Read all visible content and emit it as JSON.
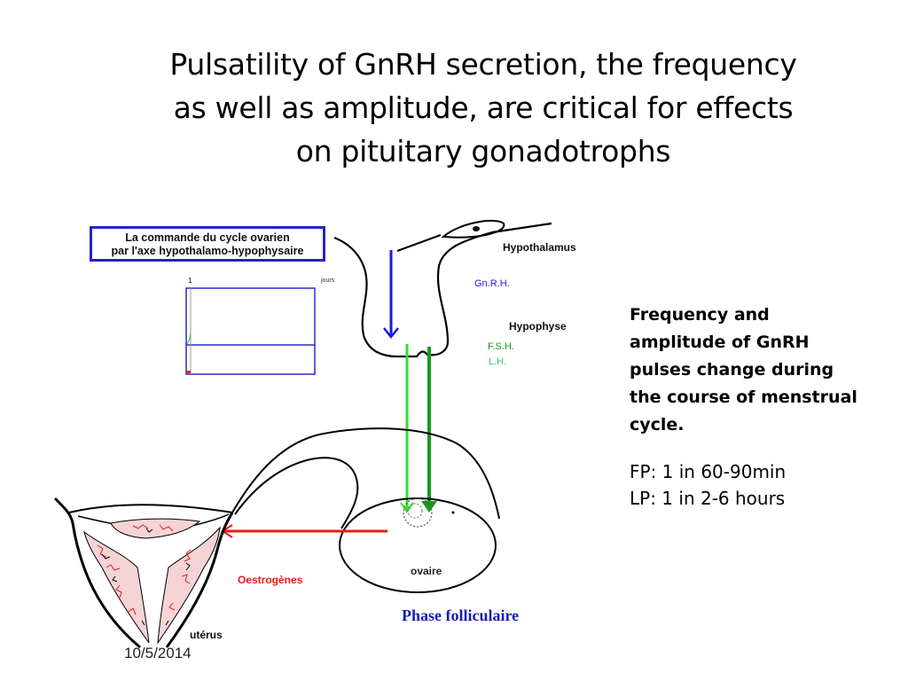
{
  "slide": {
    "title_lines": [
      "Pulsatility of GnRH secretion, the frequency",
      "as well as amplitude, are critical for effects",
      "on pituitary gonadotrophs"
    ],
    "side_text": {
      "bold_lines": [
        "Frequency and",
        "amplitude of GnRH",
        "pulses change during",
        "the course of menstrual",
        "cycle."
      ],
      "plain_lines": [
        "FP: 1 in 60-90min",
        "LP: 1 in 2-6 hours"
      ]
    },
    "footer_date": "10/5/2014"
  },
  "diagram": {
    "box_title_lines": [
      "La commande du cycle ovarien",
      "par l'axe hypothalamo-hypophysaire"
    ],
    "mini_chart": {
      "tick_label": "1",
      "unit_label": "jours"
    },
    "labels": {
      "hypothalamus": "Hypothalamus",
      "gnrh": "Gn.R.H.",
      "hypophyse": "Hypophyse",
      "fsh": "F.S.H.",
      "lh": "L.H.",
      "ovaire": "ovaire",
      "oestrogenes": "Oestrogènes",
      "uterus": "utérus",
      "phase": "Phase folliculaire"
    },
    "colors": {
      "gnrh_arrow": "#1a1ae6",
      "fsh": "#33cc33",
      "lh": "#1a9a1a",
      "oestrogenes": "#e61a1a",
      "box_border": "#2222cc",
      "phase_text": "#1a1ab3"
    }
  }
}
